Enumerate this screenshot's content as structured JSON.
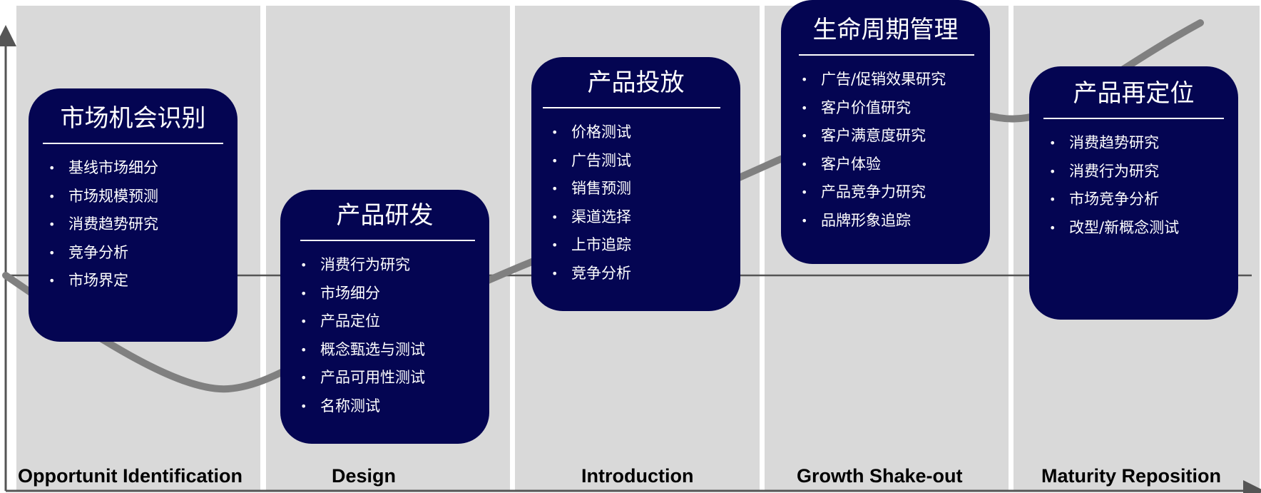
{
  "stages": [
    {
      "label": "Opportunit Identification",
      "title": "市场机会识别",
      "items": [
        "基线市场细分",
        "市场规模预测",
        "消费趋势研究",
        "竞争分析",
        "市场界定"
      ]
    },
    {
      "label": "Design",
      "title": "产品研发",
      "items": [
        "消费行为研究",
        "市场细分",
        "产品定位",
        "概念甄选与测试",
        "产品可用性测试",
        "名称测试"
      ]
    },
    {
      "label": "Introduction",
      "title": "产品投放",
      "items": [
        "价格测试",
        "广告测试",
        "销售预测",
        "渠道选择",
        "上市追踪",
        "竞争分析"
      ]
    },
    {
      "label": "Growth Shake-out",
      "title": "生命周期管理",
      "items": [
        "广告/促销效果研究",
        "客户价值研究",
        "客户满意度研究",
        "客户体验",
        "产品竞争力研究",
        "品牌形象追踪"
      ]
    },
    {
      "label": "Maturity Reposition",
      "title": "产品再定位",
      "items": [
        "消费趋势研究",
        "消费行为研究",
        "市场竞争分析",
        "改型/新概念测试"
      ]
    }
  ]
}
